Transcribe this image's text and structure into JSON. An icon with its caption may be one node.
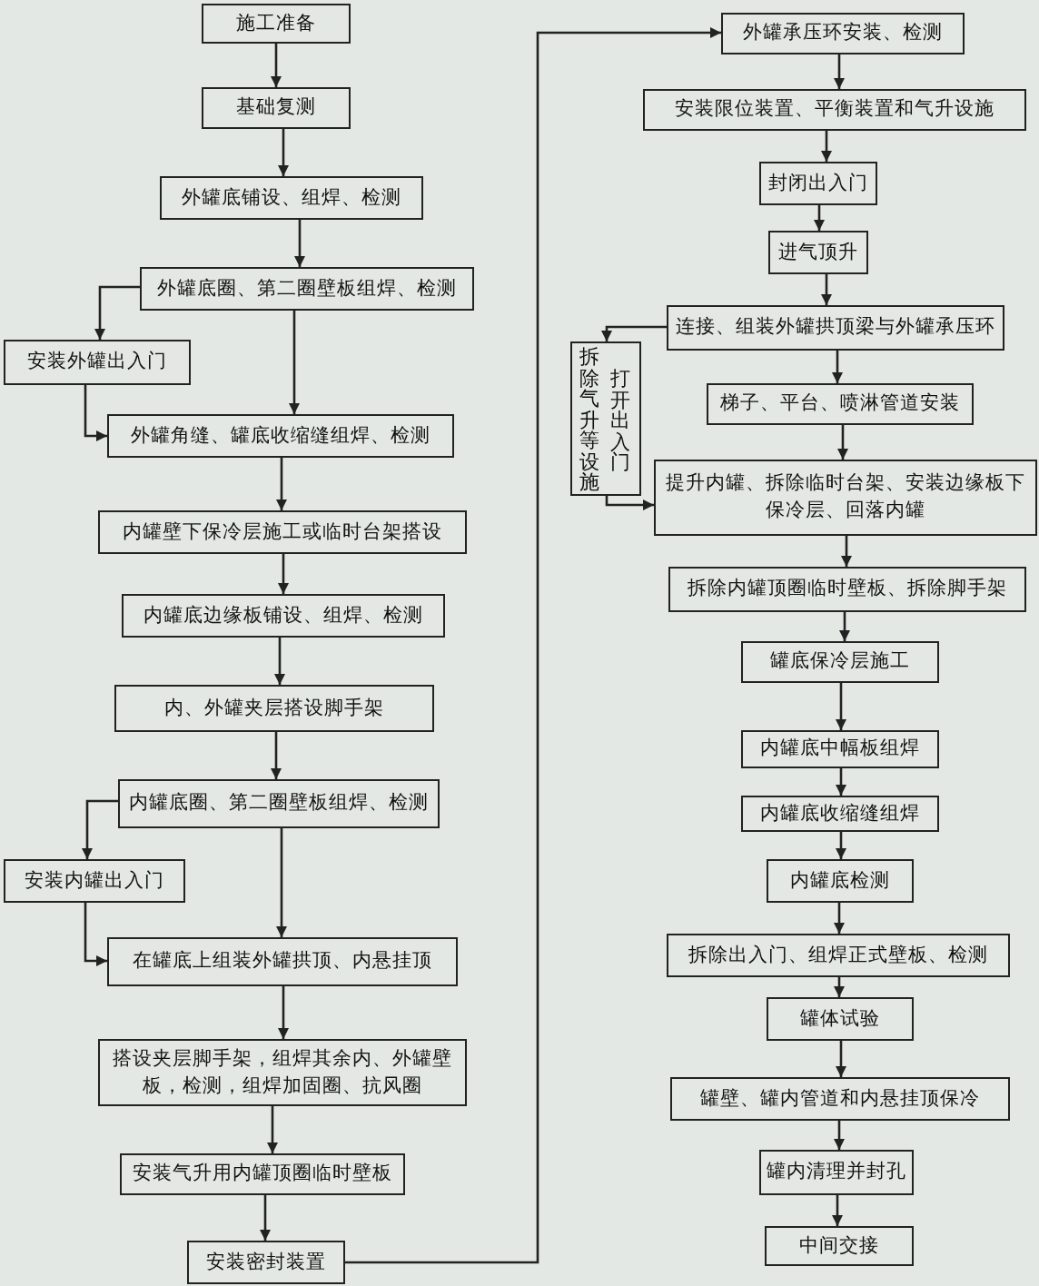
{
  "diagram": {
    "nodes": [
      {
        "text": [
          "施工准备"
        ]
      },
      {
        "text": [
          "基础复测"
        ]
      },
      {
        "text": [
          "外罐底铺设、组焊、检测"
        ]
      },
      {
        "text": [
          "外罐底圈、第二圈壁板组焊、检测"
        ]
      },
      {
        "text": [
          "安装外罐出入门"
        ]
      },
      {
        "text": [
          "外罐角缝、罐底收缩缝组焊、检测"
        ]
      },
      {
        "text": [
          "内罐壁下保冷层施工或临时台架搭设"
        ]
      },
      {
        "text": [
          "内罐底边缘板铺设、组焊、检测"
        ]
      },
      {
        "text": [
          "内、外罐夹层搭设脚手架"
        ]
      },
      {
        "text": [
          "内罐底圈、第二圈壁板组焊、检测"
        ]
      },
      {
        "text": [
          "安装内罐出入门"
        ]
      },
      {
        "text": [
          "在罐底上组装外罐拱顶、内悬挂顶"
        ]
      },
      {
        "text": [
          "搭设夹层脚手架，组焊其余内、外罐壁板，检测，组焊加固圈、抗风圈"
        ]
      },
      {
        "text": [
          "安装气升用内罐顶圈临时壁板"
        ]
      },
      {
        "text": [
          "安装密封装置"
        ]
      },
      {
        "text": [
          "外罐承压环安装、检测"
        ]
      },
      {
        "text": [
          "安装限位装置、平衡装置和气升设施"
        ]
      },
      {
        "text": [
          "封闭出入门"
        ]
      },
      {
        "text": [
          "进气顶升"
        ]
      },
      {
        "text": [
          "连接、组装外罐拱顶梁与外罐承压环"
        ]
      },
      {
        "text": [
          "拆除气升等设施",
          "打开出入门"
        ]
      },
      {
        "text": [
          "梯子、平台、喷淋管道安装"
        ]
      },
      {
        "text": [
          "提升内罐、拆除临时台架、安装边缘板下保冷层、回落内罐"
        ]
      },
      {
        "text": [
          "拆除内罐顶圈临时壁板、拆除脚手架"
        ]
      },
      {
        "text": [
          "罐底保冷层施工"
        ]
      },
      {
        "text": [
          "内罐底中幅板组焊"
        ]
      },
      {
        "text": [
          "内罐底收缩缝组焊"
        ]
      },
      {
        "text": [
          "内罐底检测"
        ]
      },
      {
        "text": [
          "拆除出入门、组焊正式壁板、检测"
        ]
      },
      {
        "text": [
          "罐体试验"
        ]
      },
      {
        "text": [
          "罐壁、罐内管道和内悬挂顶保冷"
        ]
      },
      {
        "text": [
          "罐内清理并封孔"
        ]
      },
      {
        "text": [
          "中间交接"
        ]
      }
    ],
    "edges": [
      {
        "from": 0,
        "to": 1,
        "arrow": "to"
      },
      {
        "from": 1,
        "to": 2,
        "arrow": "to"
      },
      {
        "from": 2,
        "to": 3,
        "arrow": "to"
      },
      {
        "from": 3,
        "to": 4,
        "arrow": "to"
      },
      {
        "from": 3,
        "to": 5,
        "arrow": "to"
      },
      {
        "from": 4,
        "to": 5,
        "arrow": "to"
      },
      {
        "from": 5,
        "to": 6,
        "arrow": "to"
      },
      {
        "from": 6,
        "to": 7,
        "arrow": "to"
      },
      {
        "from": 7,
        "to": 8,
        "arrow": "to"
      },
      {
        "from": 8,
        "to": 9,
        "arrow": "to"
      },
      {
        "from": 9,
        "to": 10,
        "arrow": "to"
      },
      {
        "from": 9,
        "to": 11,
        "arrow": "to"
      },
      {
        "from": 10,
        "to": 11,
        "arrow": "to"
      },
      {
        "from": 11,
        "to": 12,
        "arrow": "to"
      },
      {
        "from": 12,
        "to": 13,
        "arrow": "to"
      },
      {
        "from": 13,
        "to": 14,
        "arrow": "to"
      },
      {
        "from": 14,
        "to": 15,
        "arrow": "to"
      },
      {
        "from": 15,
        "to": 16,
        "arrow": "to"
      },
      {
        "from": 16,
        "to": 17,
        "arrow": "to"
      },
      {
        "from": 17,
        "to": 18,
        "arrow": "to"
      },
      {
        "from": 18,
        "to": 19,
        "arrow": "to"
      },
      {
        "from": 19,
        "to": 20,
        "arrow": "to"
      },
      {
        "from": 19,
        "to": 21,
        "arrow": "to"
      },
      {
        "from": 20,
        "to": 22,
        "arrow": "to"
      },
      {
        "from": 21,
        "to": 22,
        "arrow": "to"
      },
      {
        "from": 22,
        "to": 23,
        "arrow": "to"
      },
      {
        "from": 23,
        "to": 24,
        "arrow": "to"
      },
      {
        "from": 24,
        "to": 25,
        "arrow": "to"
      },
      {
        "from": 25,
        "to": 26,
        "arrow": "to"
      },
      {
        "from": 26,
        "to": 27,
        "arrow": "to"
      },
      {
        "from": 27,
        "to": 28,
        "arrow": "to"
      },
      {
        "from": 28,
        "to": 29,
        "arrow": "to"
      },
      {
        "from": 29,
        "to": 30,
        "arrow": "to"
      },
      {
        "from": 30,
        "to": 31,
        "arrow": "to"
      },
      {
        "from": 31,
        "to": 32,
        "arrow": "to"
      }
    ]
  }
}
